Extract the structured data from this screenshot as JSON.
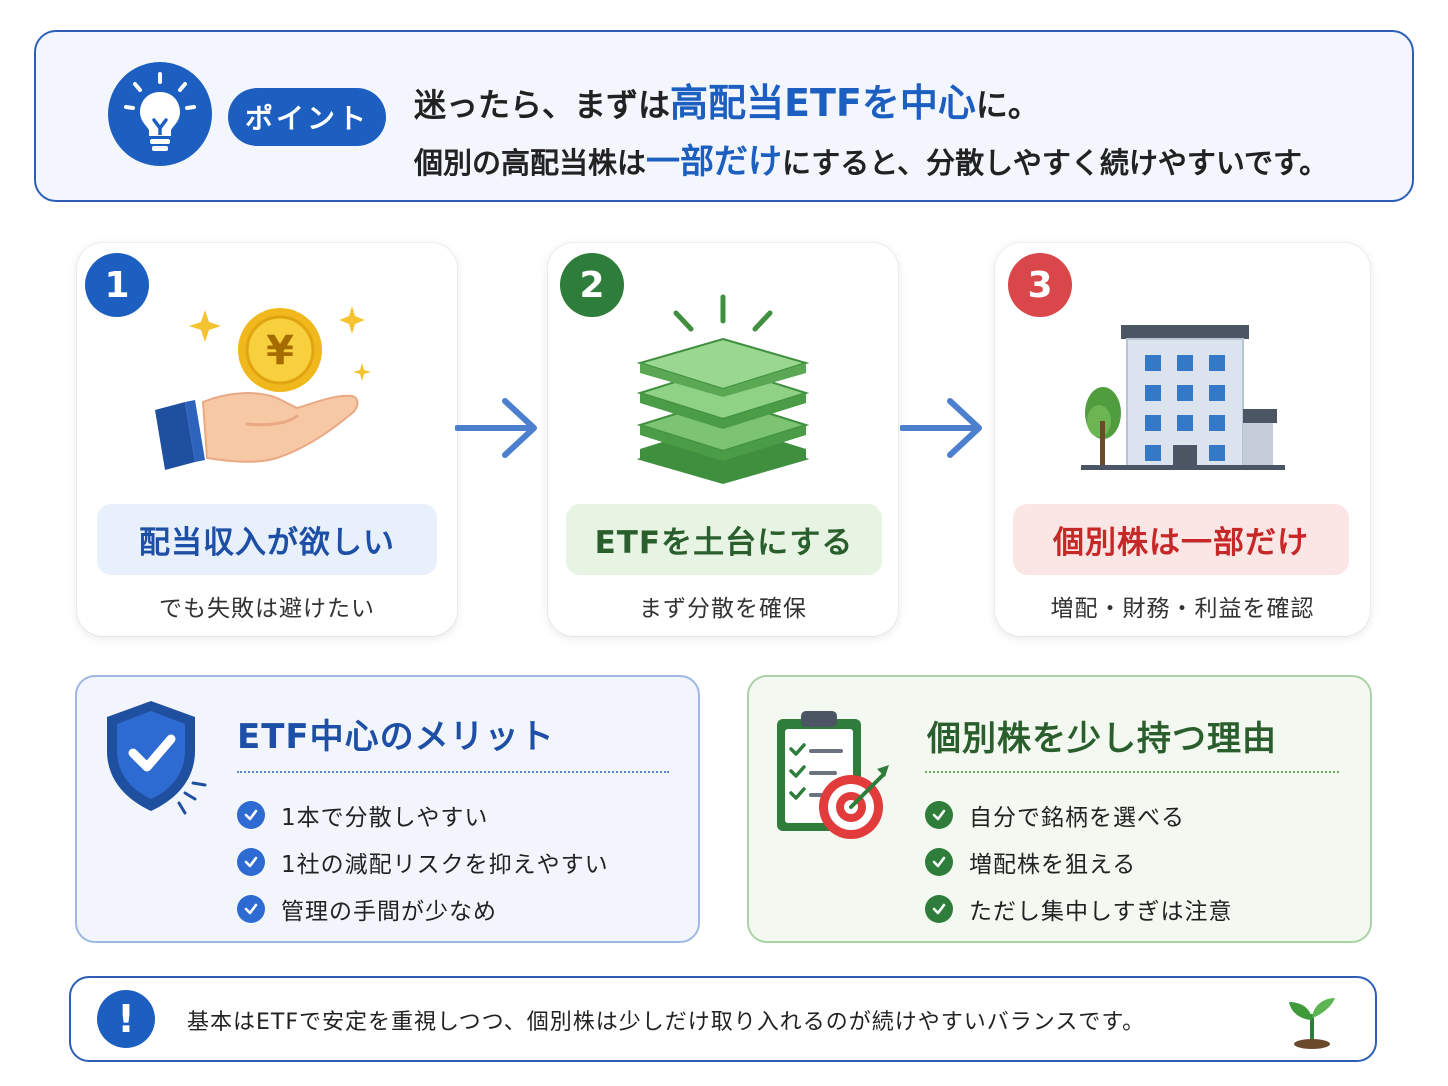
{
  "banner": {
    "badge": "ポイント",
    "line1": {
      "pre": "迷ったら、まずは",
      "highlight": "高配当ETFを中心",
      "post": "に。"
    },
    "line2": {
      "pre": "個別の高配当株は",
      "highlight": "一部だけ",
      "post": "にすると、分散しやすく続けやすいです。"
    }
  },
  "steps": [
    {
      "number": "1",
      "label": "配当収入が欲しい",
      "sub": "でも失敗は避けたい",
      "currency_symbol": "¥",
      "color": "#1d5fc0"
    },
    {
      "number": "2",
      "label": "ETFを土台にする",
      "sub": "まず分散を確保",
      "color": "#2e7d3a"
    },
    {
      "number": "3",
      "label": "個別株は一部だけ",
      "sub": "増配・財務・利益を確認",
      "color": "#d9474b"
    }
  ],
  "merit": {
    "title": "ETF中心のメリット",
    "icon": "shield-check-icon",
    "items": [
      "1本で分散しやすい",
      "1社の減配リスクを抑えやすい",
      "管理の手間が少なめ"
    ]
  },
  "reason": {
    "title": "個別株を少し持つ理由",
    "icon": "clipboard-target-icon",
    "items": [
      "自分で銘柄を選べる",
      "増配株を狙える",
      "ただし集中しすぎは注意"
    ]
  },
  "footer": {
    "icon_text": "!",
    "text": "基本はETFで安定を重視しつつ、個別株は少しだけ取り入れるのが続けやすいバランスです。"
  },
  "colors": {
    "blue": "#1d5fc0",
    "green": "#2e7d3a",
    "red": "#c62828",
    "border_blue": "#2c5fb5"
  }
}
